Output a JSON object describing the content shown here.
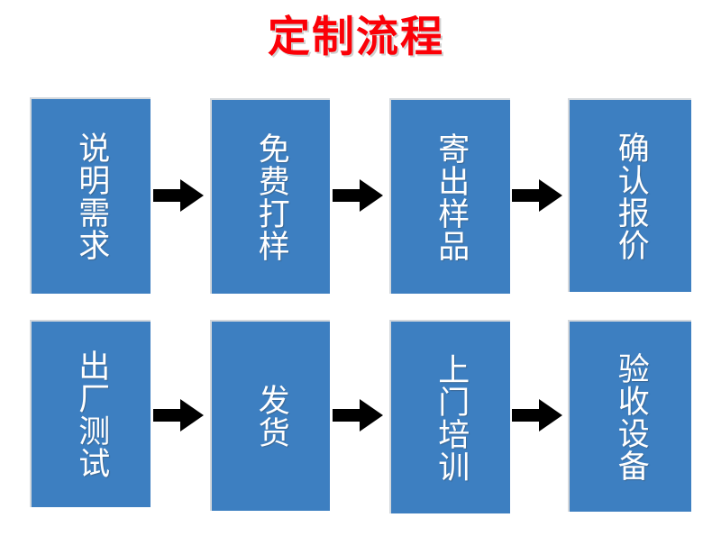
{
  "slide": {
    "title": "定制流程",
    "title_color": "#fb0007",
    "background_color": "#ffffff",
    "node_fill_color": "#3d7fc1",
    "node_text_color": "#ffffff",
    "arrow_color": "#000000"
  },
  "flow": {
    "rows": [
      {
        "nodes": [
          {
            "label": "说明需求"
          },
          {
            "label": "免费打样"
          },
          {
            "label": "寄出样品"
          },
          {
            "label": "确认报价"
          }
        ]
      },
      {
        "nodes": [
          {
            "label": "出厂测试"
          },
          {
            "label": "发货"
          },
          {
            "label": "上门培训"
          },
          {
            "label": "验收设备"
          }
        ]
      }
    ],
    "connectors": [
      {
        "icon": "arrow-right-icon"
      },
      {
        "icon": "arrow-right-icon"
      },
      {
        "icon": "arrow-right-icon"
      },
      {
        "icon": "arrow-right-icon"
      },
      {
        "icon": "arrow-right-icon"
      },
      {
        "icon": "arrow-right-icon"
      }
    ]
  }
}
